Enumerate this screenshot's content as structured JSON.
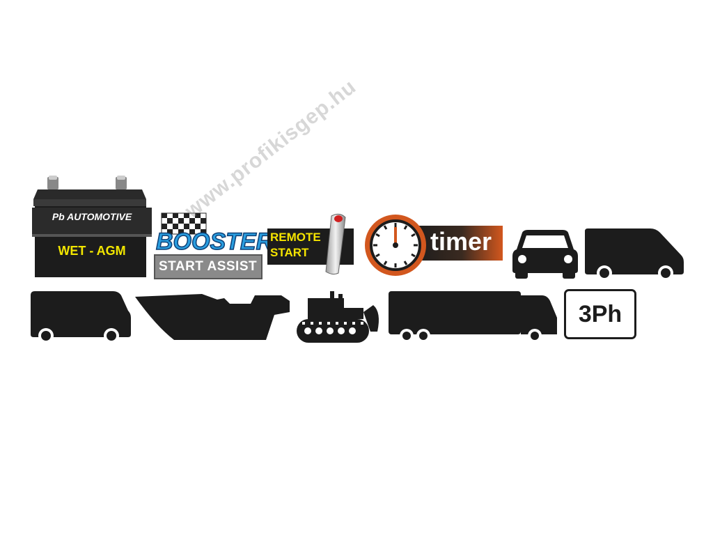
{
  "battery": {
    "brand_line": "Pb AUTOMOTIVE",
    "type_line": "WET - AGM"
  },
  "booster": {
    "title": "BOOSTER",
    "subtitle": "START ASSIST"
  },
  "remote_start": {
    "line1": "REMOTE",
    "line2": "START"
  },
  "timer": {
    "label": "timer"
  },
  "three_phase": {
    "label": "3Ph"
  },
  "watermark": {
    "text": "www.profikisgep.hu"
  },
  "colors": {
    "icon_fill": "#1c1c1c",
    "battery_text": "#f2e600",
    "booster_blue": "#2a9ee0",
    "booster_grey": "#8a8a8a",
    "remote_yellow": "#f5e400",
    "timer_orange": "#d2571e"
  },
  "icons": [
    "battery-icon",
    "booster-icon",
    "remote-start-icon",
    "timer-clock-icon",
    "car-icon",
    "van-icon",
    "minivan-icon",
    "boat-icon",
    "bulldozer-icon",
    "truck-icon"
  ]
}
